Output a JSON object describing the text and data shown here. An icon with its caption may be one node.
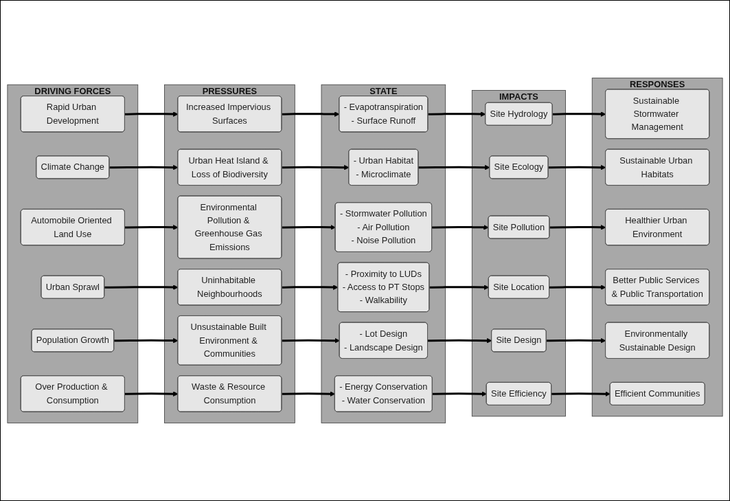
{
  "diagram": {
    "nodes": [
      {
        "text": [
          "DRIVING FORCES"
        ]
      },
      {
        "text": [
          "Rapid Urban Development"
        ],
        "in": 0
      },
      {
        "text": [
          "Climate Change"
        ],
        "in": 0
      },
      {
        "text": [
          "Automobile Oriented Land Use"
        ],
        "in": 0
      },
      {
        "text": [
          "Urban Sprawl"
        ],
        "in": 0
      },
      {
        "text": [
          "Population Growth"
        ],
        "in": 0
      },
      {
        "text": [
          "Over Production & Consumption"
        ],
        "in": 0
      },
      {
        "text": [
          "PRESSURES"
        ]
      },
      {
        "text": [
          "Increased Impervious Surfaces"
        ],
        "in": 7
      },
      {
        "text": [
          "Urban Heat Island & Loss of Biodiversity"
        ],
        "in": 7
      },
      {
        "text": [
          "Environmental Pollution & Greenhouse Gas Emissions"
        ],
        "in": 7
      },
      {
        "text": [
          "Uninhabitable Neighbourhoods"
        ],
        "in": 7
      },
      {
        "text": [
          "Unsustainable Built Environment & Communities"
        ],
        "in": 7
      },
      {
        "text": [
          "Waste & Resource Consumption"
        ],
        "in": 7
      },
      {
        "text": [
          "STATE"
        ]
      },
      {
        "text": [
          "- Evapotranspiration",
          "- Surface Runoff"
        ],
        "in": 14
      },
      {
        "text": [
          "- Urban Habitat",
          "- Microclimate"
        ],
        "in": 14
      },
      {
        "text": [
          "- Stormwater Pollution",
          "- Air Pollution",
          "- Noise Pollution"
        ],
        "in": 14
      },
      {
        "text": [
          "- Proximity to LUDs",
          "- Access to PT Stops",
          "- Walkability"
        ],
        "in": 14
      },
      {
        "text": [
          "- Lot Design",
          "- Landscape Design"
        ],
        "in": 14
      },
      {
        "text": [
          "- Energy Conservation",
          "- Water Conservation"
        ],
        "in": 14
      },
      {
        "text": [
          "IMPACTS"
        ]
      },
      {
        "text": [
          "Site Hydrology"
        ],
        "in": 21
      },
      {
        "text": [
          "Site Ecology"
        ],
        "in": 21
      },
      {
        "text": [
          "Site Pollution"
        ],
        "in": 21
      },
      {
        "text": [
          "Site Location"
        ],
        "in": 21
      },
      {
        "text": [
          "Site Design"
        ],
        "in": 21
      },
      {
        "text": [
          "Site Efficiency"
        ],
        "in": 21
      },
      {
        "text": [
          "RESPONSES"
        ]
      },
      {
        "text": [
          "Sustainable Stormwater Management"
        ],
        "in": 28
      },
      {
        "text": [
          "Sustainable Urban Habitats"
        ],
        "in": 28
      },
      {
        "text": [
          "Healthier Urban Environment"
        ],
        "in": 28
      },
      {
        "text": [
          "Better Public Services & Public Transportation"
        ],
        "in": 28
      },
      {
        "text": [
          "Environmentally Sustainable Design"
        ],
        "in": 28
      },
      {
        "text": [
          "Efficient Communities"
        ],
        "in": 28
      }
    ],
    "edges": [
      {
        "from": 1,
        "to": 8,
        "arrow": "to"
      },
      {
        "from": 2,
        "to": 9,
        "arrow": "to"
      },
      {
        "from": 3,
        "to": 10,
        "arrow": "to"
      },
      {
        "from": 4,
        "to": 11,
        "arrow": "to"
      },
      {
        "from": 5,
        "to": 12,
        "arrow": "to"
      },
      {
        "from": 6,
        "to": 13,
        "arrow": "to"
      },
      {
        "from": 8,
        "to": 15,
        "arrow": "to"
      },
      {
        "from": 9,
        "to": 16,
        "arrow": "to"
      },
      {
        "from": 10,
        "to": 17,
        "arrow": "to"
      },
      {
        "from": 11,
        "to": 18,
        "arrow": "to"
      },
      {
        "from": 12,
        "to": 19,
        "arrow": "to"
      },
      {
        "from": 13,
        "to": 20,
        "arrow": "to"
      },
      {
        "from": 15,
        "to": 22,
        "arrow": "to"
      },
      {
        "from": 16,
        "to": 23,
        "arrow": "to"
      },
      {
        "from": 17,
        "to": 24,
        "arrow": "to"
      },
      {
        "from": 18,
        "to": 25,
        "arrow": "to"
      },
      {
        "from": 19,
        "to": 26,
        "arrow": "to"
      },
      {
        "from": 20,
        "to": 27,
        "arrow": "to"
      },
      {
        "from": 22,
        "to": 29,
        "arrow": "to"
      },
      {
        "from": 23,
        "to": 30,
        "arrow": "to"
      },
      {
        "from": 24,
        "to": 31,
        "arrow": "to"
      },
      {
        "from": 25,
        "to": 32,
        "arrow": "to"
      },
      {
        "from": 26,
        "to": 33,
        "arrow": "to"
      },
      {
        "from": 27,
        "to": 34,
        "arrow": "to"
      }
    ]
  }
}
